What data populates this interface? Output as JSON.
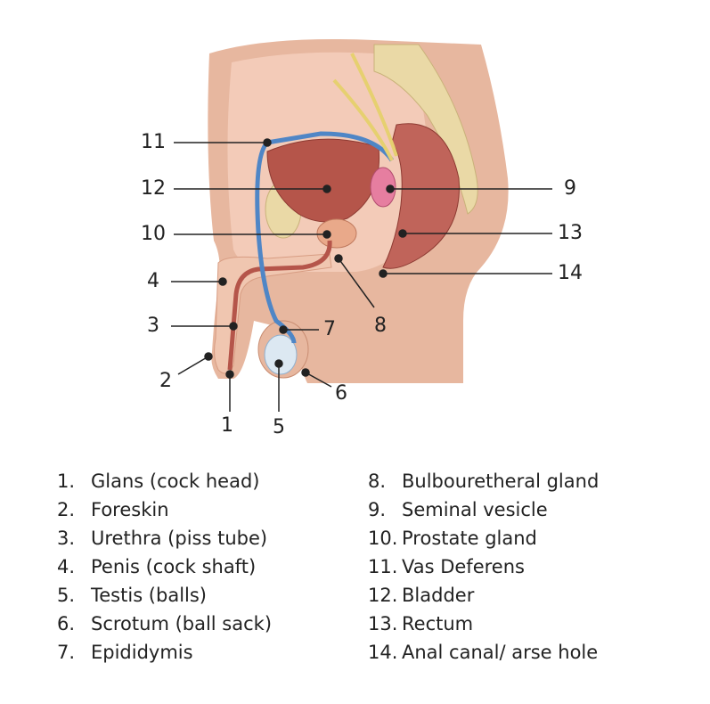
{
  "callouts": [
    {
      "num": "1"
    },
    {
      "num": "2"
    },
    {
      "num": "3"
    },
    {
      "num": "4"
    },
    {
      "num": "5"
    },
    {
      "num": "6"
    },
    {
      "num": "7"
    },
    {
      "num": "8"
    },
    {
      "num": "9"
    },
    {
      "num": "10"
    },
    {
      "num": "11"
    },
    {
      "num": "12"
    },
    {
      "num": "13"
    },
    {
      "num": "14"
    }
  ],
  "legend": {
    "left": [
      {
        "num": "1.",
        "label": "Glans (cock head)"
      },
      {
        "num": "2.",
        "label": "Foreskin"
      },
      {
        "num": "3.",
        "label": "Urethra (piss tube)"
      },
      {
        "num": "4.",
        "label": "Penis (cock shaft)"
      },
      {
        "num": "5.",
        "label": "Testis (balls)"
      },
      {
        "num": "6.",
        "label": "Scrotum (ball sack)"
      },
      {
        "num": "7.",
        "label": "Epididymis"
      }
    ],
    "right": [
      {
        "num": "8.",
        "label": "Bulbouretheral gland"
      },
      {
        "num": "9.",
        "label": "Seminal vesicle"
      },
      {
        "num": "10.",
        "label": "Prostate gland"
      },
      {
        "num": "11.",
        "label": "Vas Deferens"
      },
      {
        "num": "12.",
        "label": "Bladder"
      },
      {
        "num": "13.",
        "label": "Rectum"
      },
      {
        "num": "14.",
        "label": "Anal canal/ arse hole"
      }
    ]
  },
  "colors": {
    "skin": "#e7b79f",
    "tissue": "#f3cbb8",
    "organ": "#b5554a",
    "vessel": "#4f86c6",
    "bone": "#ead9a6",
    "nerve": "#e6d070"
  }
}
